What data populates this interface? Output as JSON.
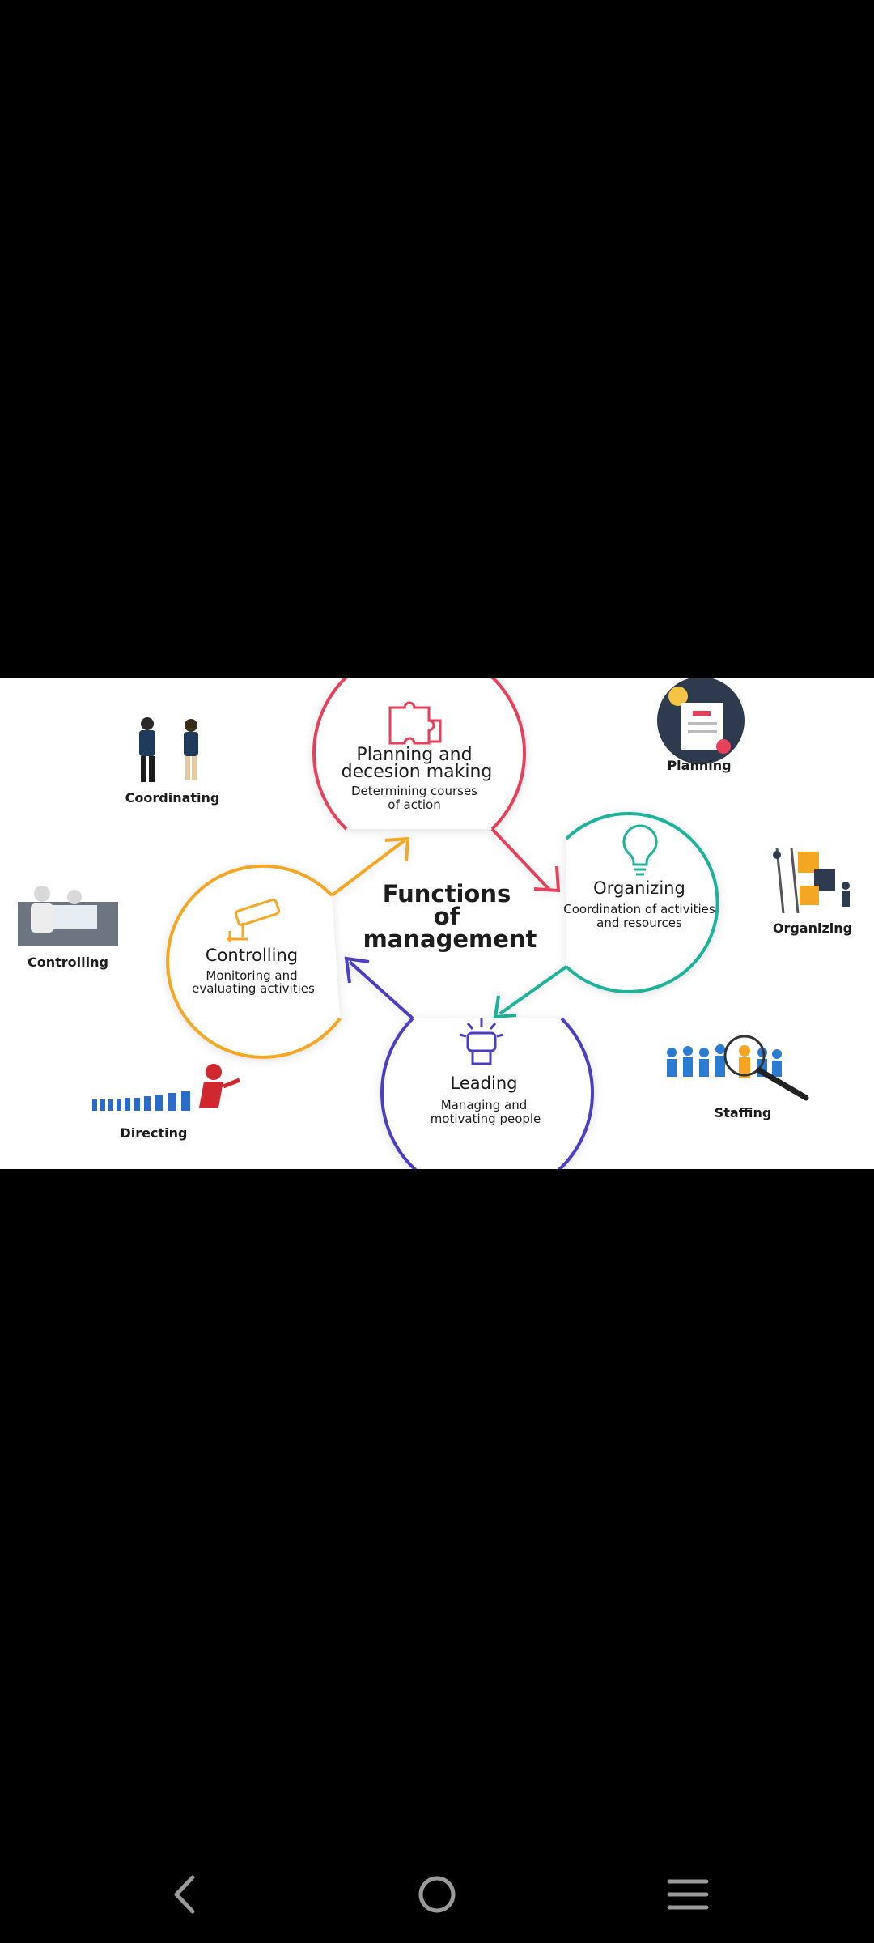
{
  "diagram": {
    "title_line1": "Functions",
    "title_line2": "of",
    "title_line3": "management",
    "planning": {
      "title_line1": "Planning and",
      "title_line2": "decesion making",
      "desc_line1": "Determining courses",
      "desc_line2": "of action",
      "color": "#e8405a"
    },
    "organizing": {
      "title": "Organizing",
      "desc_line1": "Coordination of activities",
      "desc_line2": "and resources",
      "color": "#1fb39c"
    },
    "leading": {
      "title": "Leading",
      "desc_line1": "Managing and",
      "desc_line2": "motivating people",
      "color": "#4b3cc4"
    },
    "controlling": {
      "title": "Controlling",
      "desc_line1": "Monitoring and",
      "desc_line2": "evaluating activities",
      "color": "#f5a623"
    },
    "side_labels": {
      "coordinating": "Coordinating",
      "planning": "Planning",
      "organizing": "Organizing",
      "controlling": "Controlling",
      "staffing": "Staffing",
      "directing": "Directing"
    }
  },
  "navbar": {
    "back_icon": "chevron-left-icon",
    "home_icon": "circle-home-icon",
    "recents_icon": "hamburger-menu-icon"
  }
}
